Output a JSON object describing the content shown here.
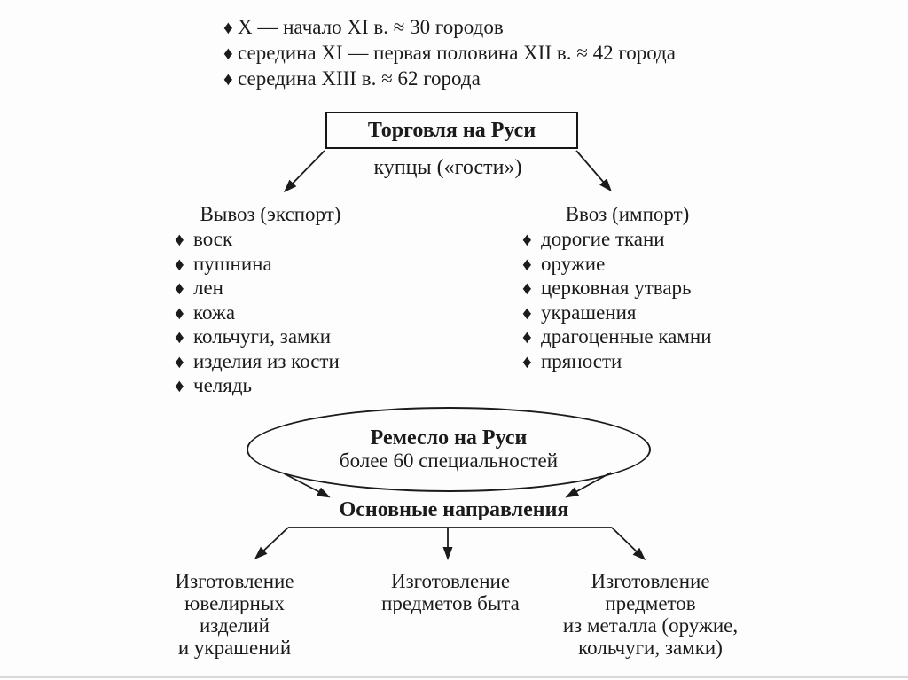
{
  "colors": {
    "ink": "#1b1b1b",
    "background": "#fdfdfd"
  },
  "bullet_glyph": "♦",
  "city_growth_list": {
    "items": [
      "X — начало XI в. ≈  30 городов",
      "середина XI — первая половина XII в. ≈  42 города",
      "середина XIII в. ≈  62 города"
    ]
  },
  "trade": {
    "title": "Торговля на Руси",
    "merchants": "купцы («гости»)",
    "export": {
      "header": "Вывоз (экспорт)",
      "items": [
        "воск",
        "пушнина",
        "лен",
        "кожа",
        "кольчуги, замки",
        "изделия из кости",
        "челядь"
      ]
    },
    "import": {
      "header": "Ввоз (импорт)",
      "items": [
        "дорогие ткани",
        "оружие",
        "церковная утварь",
        "украшения",
        "драгоценные камни",
        "пряности"
      ]
    }
  },
  "craft": {
    "title": "Ремесло на Руси",
    "subtitle": "более 60 специальностей",
    "directions_header": "Основные направления",
    "directions": [
      {
        "lines": [
          "Изготовление",
          "ювелирных",
          "изделий",
          "и украшений"
        ]
      },
      {
        "lines": [
          "Изготовление",
          "предметов быта"
        ]
      },
      {
        "lines": [
          "Изготовление",
          "предметов",
          "из металла (оружие,",
          "кольчуги, замки)"
        ]
      }
    ]
  }
}
